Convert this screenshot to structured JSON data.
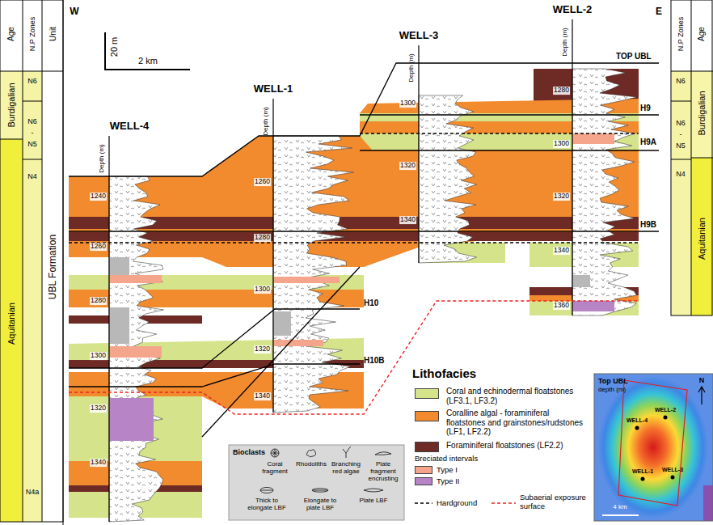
{
  "diagram": {
    "nodes": [
      {
        "text": [
          "Top UBL",
          "depth (m)"
        ]
      },
      {
        "text": [
          "Bioclasts"
        ]
      }
    ],
    "labels": [
      "Age",
      "N.P Zones",
      "Unit",
      "Burdigalian",
      "Aquitanian",
      "N6",
      "N6",
      "-",
      "N5",
      "N4",
      "N4a",
      "UBL Formation",
      "W",
      "E",
      "20 m",
      "2 km",
      "WELL-4",
      "WELL-1",
      "WELL-3",
      "WELL-2",
      "Depth (m)",
      "Depth (m)",
      "Depth (m)",
      "Depth (m)",
      "1240",
      "1260",
      "1280",
      "1300",
      "1320",
      "1340",
      "1260",
      "1280",
      "1300",
      "1320",
      "1340",
      "1300",
      "1320",
      "1340",
      "1280",
      "1300",
      "1320",
      "1340",
      "1360",
      "TOP UBL",
      "H9",
      "H9A",
      "H9B",
      "H10",
      "H10B",
      "N.P Zones",
      "Age",
      "N6",
      "N6",
      "-",
      "N5",
      "N4",
      "Burdigalian",
      "Aquitanian",
      "Lithofacies",
      "Breciated intervals",
      "WELL-4",
      "WELL-2",
      "WELL-1",
      "WELL-3",
      "N",
      "4 km"
    ],
    "legend": [
      {
        "text": "Coral and echinodermal floatstones (LF3.1, LF3.2)",
        "color": "#d5e38a"
      },
      {
        "text": "Coralline algal - foraminiferal floatstones and grainstones/rudstones (LF1, LF2.2)",
        "color": "#f28a2e"
      },
      {
        "text": "Foraminiferal floatstones (LF2.2)",
        "color": "#6e2a24"
      },
      {
        "text": "Coral fragment"
      },
      {
        "text": "Rhodoliths"
      },
      {
        "text": "Branching red algae"
      },
      {
        "text": "Plate fragment encrusting"
      },
      {
        "text": "Thick to elongate LBF"
      },
      {
        "text": "Elongate to plate LBF"
      },
      {
        "text": "Plate LBF"
      },
      {
        "text": "Type I",
        "color": "#f4a58c"
      },
      {
        "text": "Type II",
        "color": "#b784c6"
      },
      {
        "text": "Hardground"
      },
      {
        "text": "Subaerial exposure surface"
      }
    ]
  }
}
